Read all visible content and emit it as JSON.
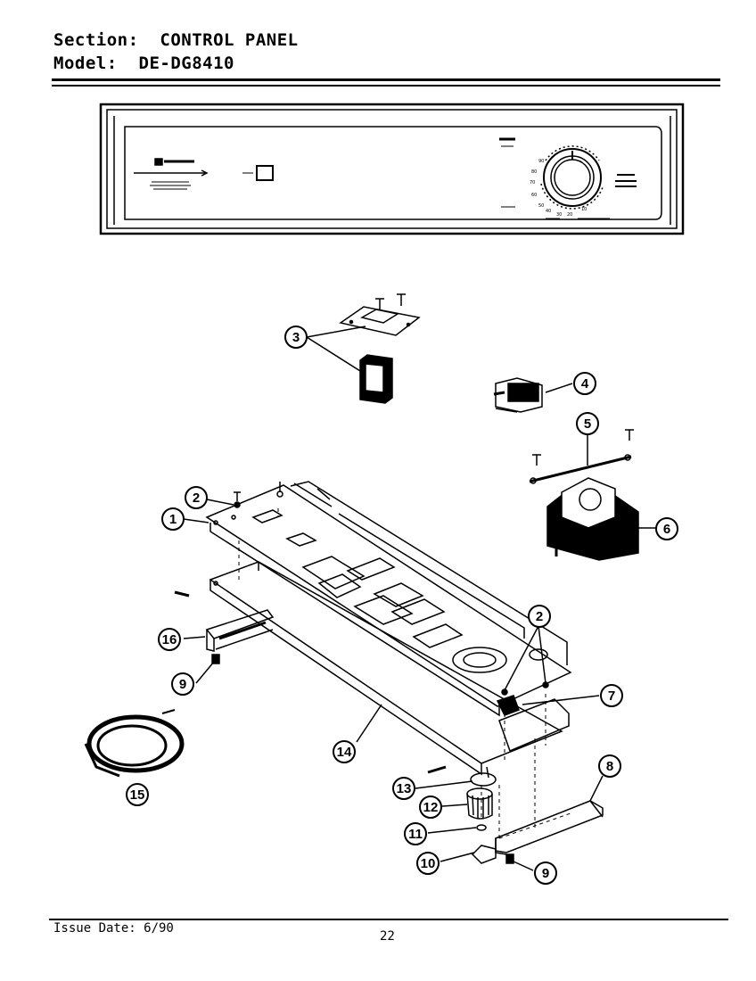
{
  "header": {
    "section_label": "Section:",
    "section_value": "CONTROL PANEL",
    "model_label": "Model:",
    "model_value": "DE-DG8410"
  },
  "footer": {
    "issue_date": "Issue Date: 6/90",
    "page_number": "22"
  },
  "callouts": [
    "1",
    "2",
    "3",
    "4",
    "5",
    "6",
    "7",
    "8",
    "9",
    "10",
    "11",
    "12",
    "13",
    "14",
    "15",
    "16"
  ],
  "panel_dial_numbers": [
    "80",
    "70",
    "60",
    "50",
    "40",
    "30",
    "20",
    "10",
    "90"
  ]
}
